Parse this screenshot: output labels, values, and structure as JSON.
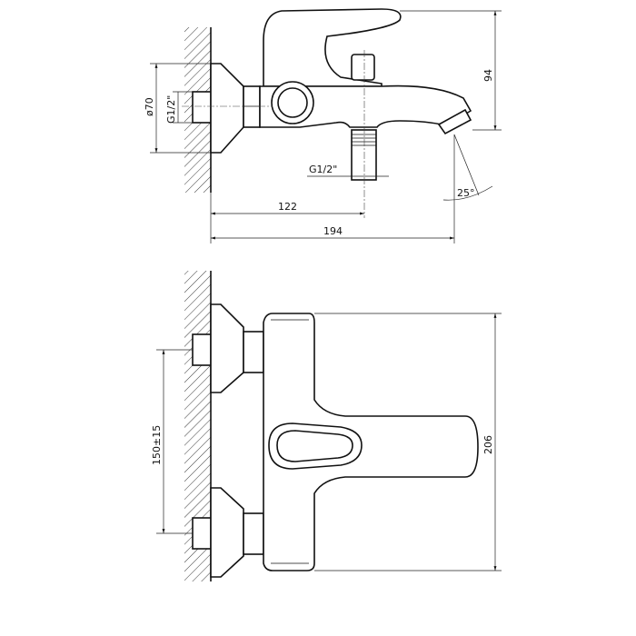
{
  "drawing": {
    "top_view": {
      "height_dim": "94",
      "flange_diameter": "ø70",
      "inlet_thread": "G1/2\"",
      "outlet_thread": "G1/2\"",
      "outlet_distance": "122",
      "total_length": "194",
      "spout_angle": "25°"
    },
    "front_view": {
      "inlet_spacing": "150±15",
      "total_height": "206"
    }
  }
}
